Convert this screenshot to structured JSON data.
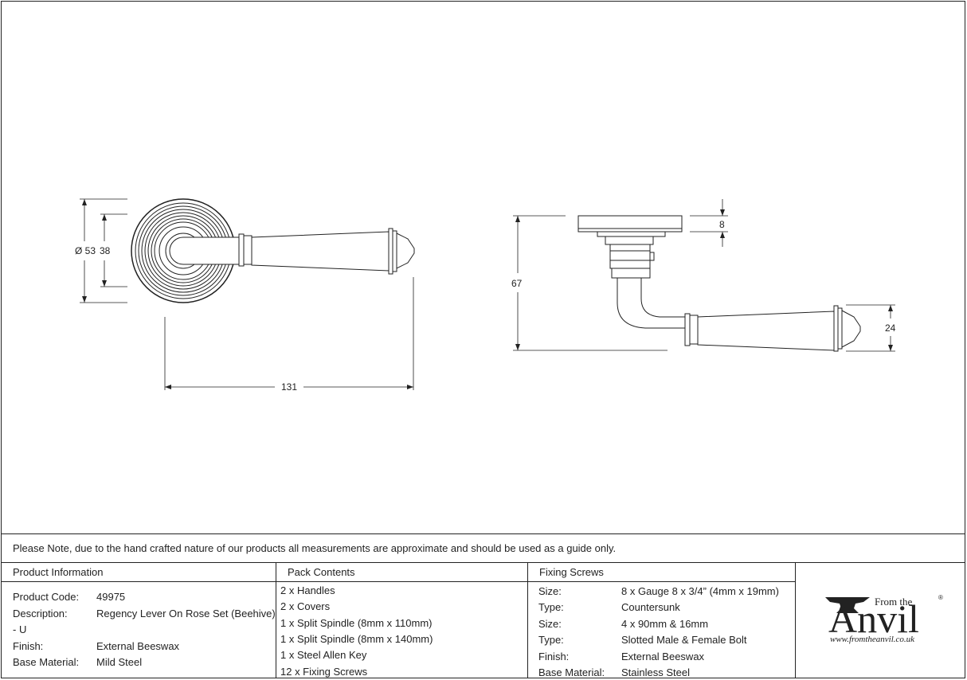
{
  "drawing": {
    "front_view": {
      "diameter_outer_label": "Ø 53",
      "diameter_inner_label": "38",
      "length_label": "131"
    },
    "side_view": {
      "height_label": "67",
      "rose_thickness_label": "8",
      "lever_height_label": "24"
    }
  },
  "note": "Please Note, due to the hand crafted nature of our products all measurements are approximate and should be used as a guide only.",
  "product_information": {
    "header": "Product Information",
    "rows": [
      {
        "label": "Product Code:",
        "value": "49975"
      },
      {
        "label": "Description:",
        "value": "Regency Lever On Rose Set (Beehive)"
      },
      {
        "label": "",
        "value": "- U"
      },
      {
        "label": "Finish:",
        "value": "External Beeswax"
      },
      {
        "label": "Base Material:",
        "value": "Mild Steel"
      }
    ]
  },
  "pack_contents": {
    "header": "Pack Contents",
    "items": [
      "2 x Handles",
      "2 x Covers",
      "1 x Split Spindle (8mm x 110mm)",
      "1 x Split Spindle (8mm x 140mm)",
      "1 x Steel Allen Key",
      "12 x Fixing Screws"
    ]
  },
  "fixing_screws": {
    "header": "Fixing Screws",
    "rows": [
      {
        "label": "Size:",
        "value": "8 x Gauge 8 x 3/4” (4mm x 19mm)"
      },
      {
        "label": "Type:",
        "value": "Countersunk"
      },
      {
        "label": "Size:",
        "value": "4 x 90mm & 16mm"
      },
      {
        "label": "Type:",
        "value": "Slotted Male & Female Bolt"
      },
      {
        "label": "Finish:",
        "value": "External Beeswax"
      },
      {
        "label": "Base Material:",
        "value": "Stainless Steel"
      }
    ]
  },
  "logo": {
    "from_the": "From the",
    "brand": "Anvil",
    "registered": "®",
    "url": "www.fromtheanvil.co.uk"
  }
}
